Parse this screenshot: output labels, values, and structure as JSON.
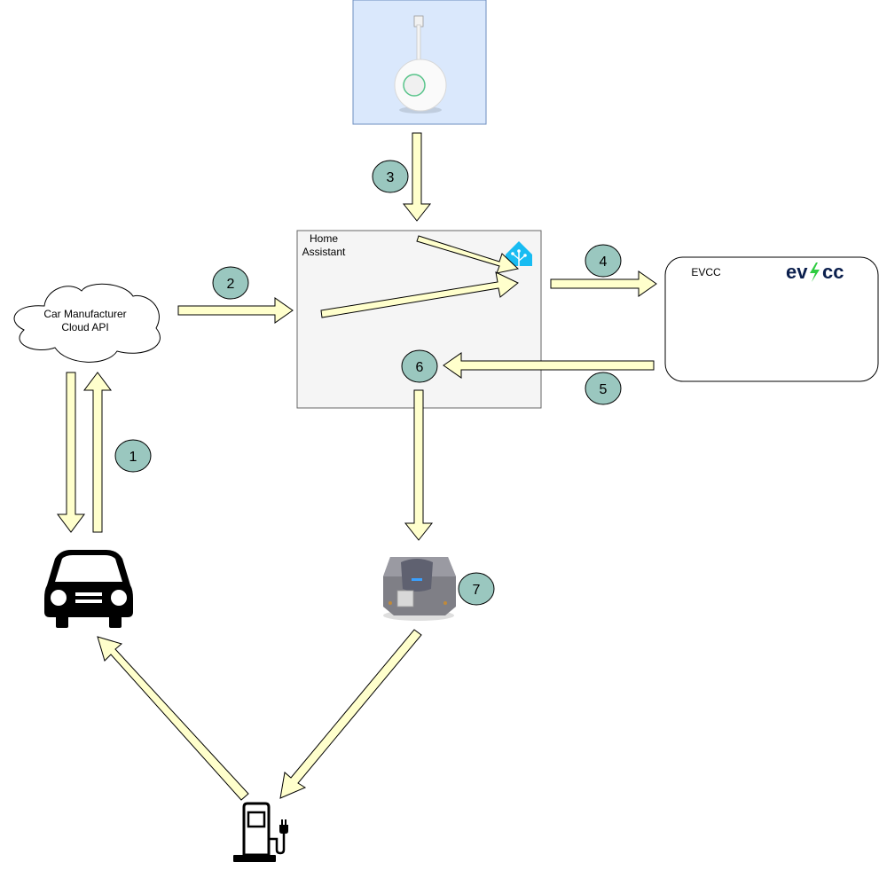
{
  "nodes": {
    "cloud_label_line1": "Car Manufacturer",
    "cloud_label_line2": "Cloud API",
    "ha_label_line1": "Home",
    "ha_label_line2": "Assistant",
    "evcc_label": "EVCC",
    "evcc_logo_text_left": "ev",
    "evcc_logo_text_right": "cc"
  },
  "badges": [
    "1",
    "2",
    "3",
    "4",
    "5",
    "6",
    "7"
  ],
  "colors": {
    "arrow_fill": "#ffffcc",
    "badge_fill": "#9ac7bf",
    "ha_box_fill": "#f5f5f5",
    "chromecast_bg": "#dae8fc",
    "chromecast_border": "#6c8ebf",
    "ha_logo": "#18bcf2",
    "evcc_logo_dark": "#0b1f4d",
    "evcc_logo_bolt": "#2ecc40"
  },
  "icons": {
    "chromecast": "chromecast-device-icon",
    "home_assistant": "home-assistant-logo-icon",
    "car": "car-icon",
    "charger": "charging-station-icon",
    "hub": "smart-hub-device-icon"
  }
}
